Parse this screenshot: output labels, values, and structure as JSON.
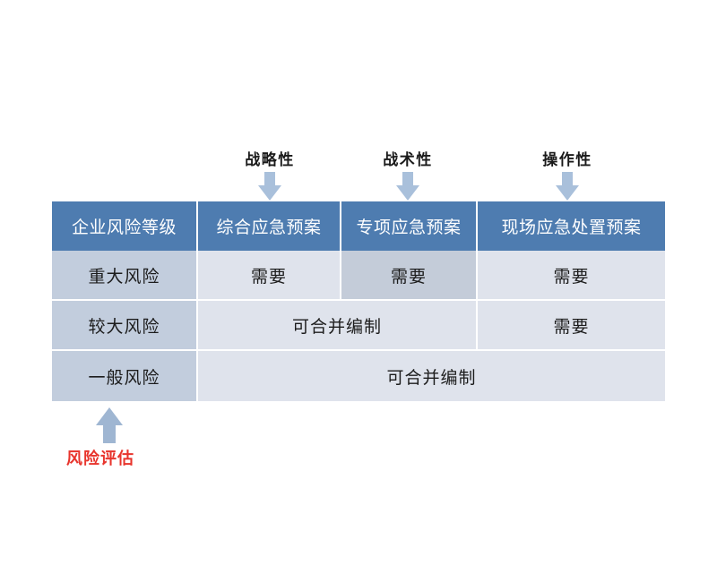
{
  "annotations": {
    "top_labels": [
      {
        "text": "战略性",
        "target_column": "综合应急预案"
      },
      {
        "text": "战术性",
        "target_column": "专项应急预案"
      },
      {
        "text": "操作性",
        "target_column": "现场应急处置预案"
      }
    ],
    "bottom_label": {
      "text": "风险评估",
      "target_column": "企业风险等级",
      "color": "#e8342c"
    }
  },
  "colors": {
    "header_bg": "#4e7cb0",
    "header_text": "#ffffff",
    "row_header_bg": "#c2cddd",
    "data_cell_bg": "#dfe3ec",
    "data_cell_emphasis_bg": "#c4ccd9",
    "arrow_blue": "#a9c0db",
    "accent_red": "#e8342c",
    "page_bg": "#ffffff"
  },
  "table": {
    "headers": [
      "企业风险等级",
      "综合应急预案",
      "专项应急预案",
      "现场应急处置预案"
    ],
    "rows": [
      {
        "level": "重大风险",
        "cells": [
          {
            "text": "需要",
            "span": 1,
            "emphasis": false
          },
          {
            "text": "需要",
            "span": 1,
            "emphasis": true
          },
          {
            "text": "需要",
            "span": 1,
            "emphasis": false
          }
        ]
      },
      {
        "level": "较大风险",
        "cells": [
          {
            "text": "可合并编制",
            "span": 2,
            "emphasis": false
          },
          {
            "text": "需要",
            "span": 1,
            "emphasis": false
          }
        ]
      },
      {
        "level": "一般风险",
        "cells": [
          {
            "text": "可合并编制",
            "span": 3,
            "emphasis": false
          }
        ]
      }
    ]
  },
  "icons": {
    "down_arrow": "arrow-down-icon",
    "up_arrow": "arrow-up-icon"
  }
}
